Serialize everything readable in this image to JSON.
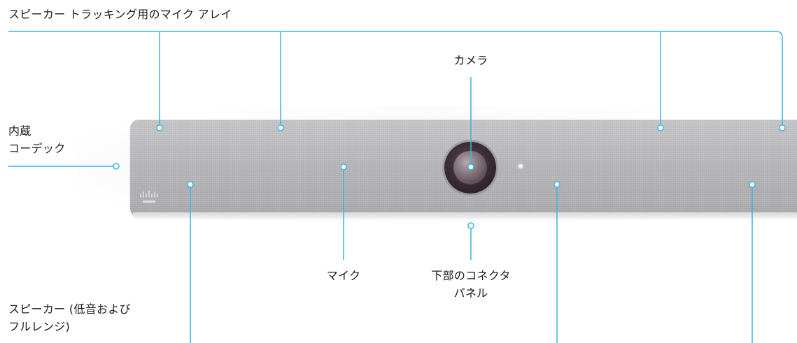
{
  "colors": {
    "callout": "#3cb4e0",
    "text": "#1a1a1a",
    "device": "#b9b9bc"
  },
  "labels": {
    "speaker_tracking_mic_array": "スピーカー トラッキング用のマイク アレイ",
    "camera": "カメラ",
    "built_in_codec_line1": "内蔵",
    "built_in_codec_line2": "コーデック",
    "microphone": "マイク",
    "bottom_connector_line1": "下部のコネクタ",
    "bottom_connector_line2": "パネル",
    "speakers_line1": "スピーカー (低音および",
    "speakers_line2": "フルレンジ)"
  },
  "icons": {
    "logo": "cisco-logo"
  }
}
